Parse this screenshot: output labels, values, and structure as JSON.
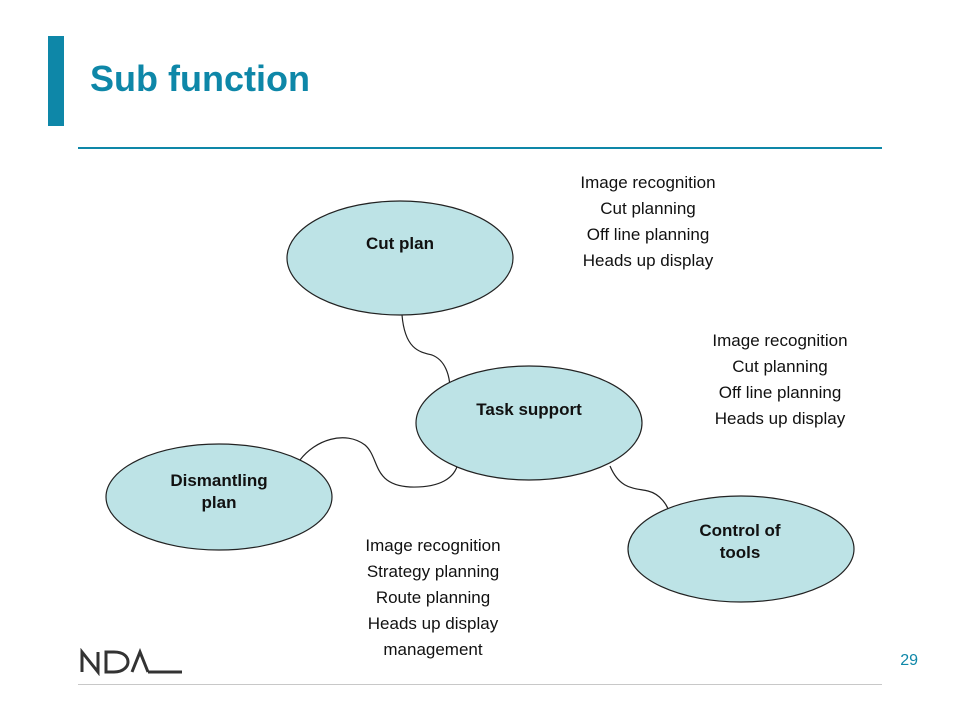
{
  "slide": {
    "title": "Sub function",
    "page_number": "29",
    "logo_text": "NDA"
  },
  "colors": {
    "accent": "#0e87a8",
    "node_fill": "#bde3e6",
    "node_stroke": "#222222"
  },
  "nodes": {
    "cut_plan": "Cut plan",
    "task_support": "Task support",
    "dismantling_plan": [
      "Dismantling",
      "plan"
    ],
    "control_of_tools": [
      "Control of",
      "tools"
    ]
  },
  "notes": {
    "cut_plan": [
      "Image recognition",
      "Cut planning",
      "Off line planning",
      "Heads up display"
    ],
    "control_of_tools": [
      "Image recognition",
      "Cut planning",
      "Off line planning",
      "Heads up display"
    ],
    "dismantling_plan": [
      "Image recognition",
      "Strategy planning",
      "Route planning",
      "Heads up display",
      "management"
    ]
  }
}
